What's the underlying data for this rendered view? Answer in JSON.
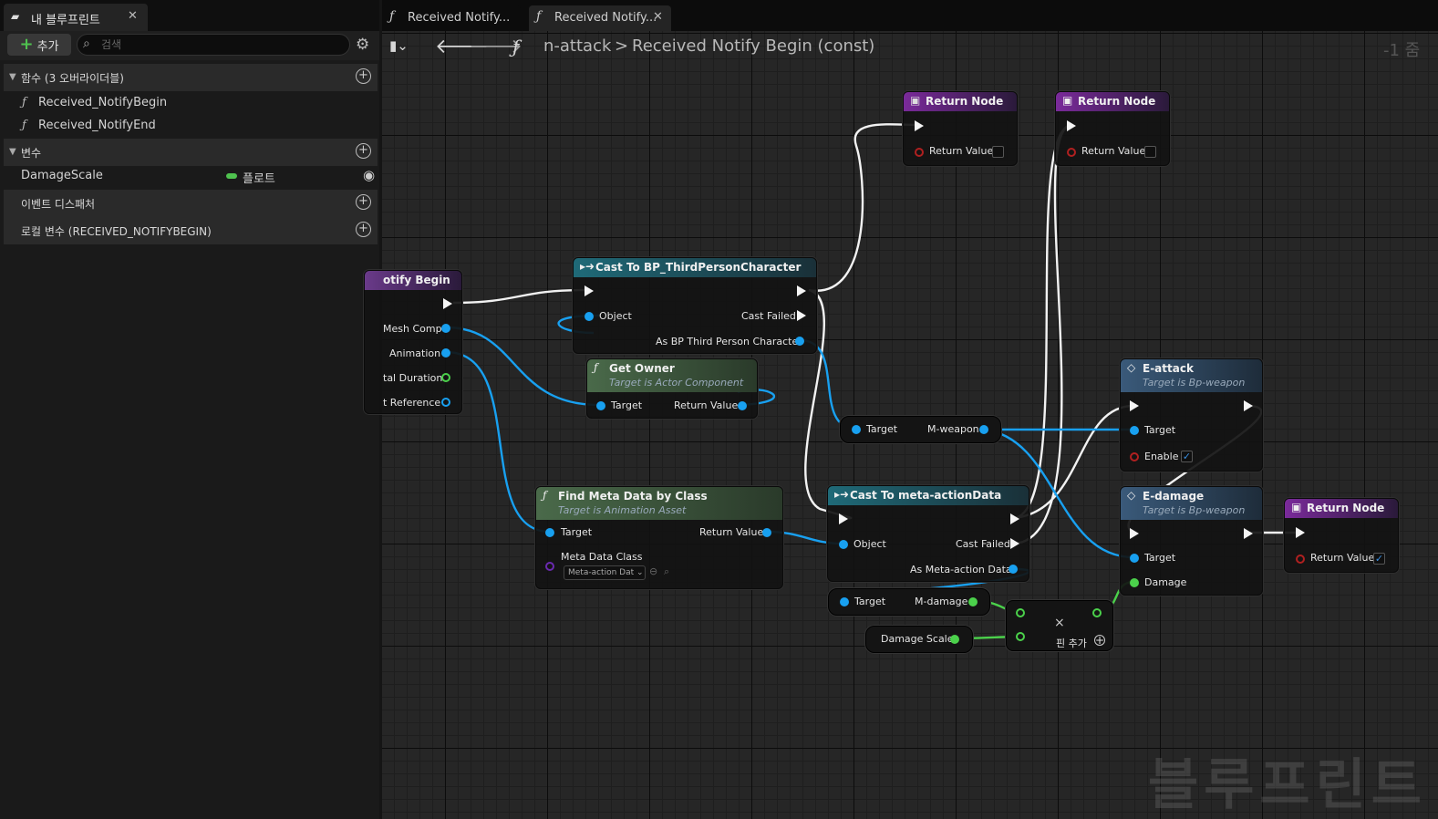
{
  "left_panel": {
    "tab_label": "내 블루프린트",
    "add_button": "추가",
    "search_placeholder": "검색",
    "sections": {
      "functions": "함수 (3 오버라이더블)",
      "variables": "변수",
      "dispatchers": "이벤트 디스패처",
      "locals": "로컬 변수 (RECEIVED_NOTIFYBEGIN)"
    },
    "functions": [
      "Received_NotifyBegin",
      "Received_NotifyEnd"
    ],
    "variables": [
      {
        "name": "DamageScale",
        "type": "플로트",
        "type_color": "#4fc24f"
      }
    ]
  },
  "editor": {
    "tabs": [
      "Received Notify...",
      "Received Notify..."
    ],
    "breadcrumb": {
      "root": "n-attack",
      "separator": ">",
      "current": "Received Notify Begin (const)"
    },
    "zoom": "-1 줌",
    "watermark": "블루프린트"
  },
  "nodes": {
    "entry": {
      "title": "otify Begin",
      "pins": [
        "Mesh Comp",
        "Animation",
        "tal Duration",
        "t Reference"
      ]
    },
    "return1": {
      "title": "Return Node",
      "pin": "Return Value",
      "checked": false
    },
    "return2": {
      "title": "Return Node",
      "pin": "Return Value",
      "checked": false
    },
    "return3": {
      "title": "Return Node",
      "pin": "Return Value",
      "checked": true
    },
    "cast_char": {
      "title": "Cast To BP_ThirdPersonCharacter",
      "in": "Object",
      "failed": "Cast Failed",
      "out": "As BP Third Person Character"
    },
    "get_owner": {
      "title": "Get Owner",
      "subtitle": "Target is Actor Component",
      "in": "Target",
      "out": "Return Value"
    },
    "weapon": {
      "in": "Target",
      "out": "M-weapon"
    },
    "find_meta": {
      "title": "Find Meta Data by Class",
      "subtitle": "Target is Animation Asset",
      "in": "Target",
      "out": "Return Value",
      "class_label": "Meta Data Class",
      "class_value": "Meta-action Dat"
    },
    "cast_meta": {
      "title": "Cast To meta-actionData",
      "in": "Object",
      "failed": "Cast Failed",
      "out": "As Meta-action Data"
    },
    "e_attack": {
      "title": "E-attack",
      "subtitle": "Target is Bp-weapon",
      "target": "Target",
      "enable": "Enable",
      "enabled": true
    },
    "e_damage": {
      "title": "E-damage",
      "subtitle": "Target is Bp-weapon",
      "target": "Target",
      "damage": "Damage"
    },
    "m_damage": {
      "in": "Target",
      "out": "M-damage"
    },
    "damage_scale": {
      "label": "Damage Scale"
    },
    "multiply": {
      "symbol": "×",
      "add_pin": "핀 추가"
    }
  },
  "colors": {
    "exec": "#f5f5f5",
    "object": "#18a0f0",
    "float": "#4bd14b",
    "function_header": "#4a2a6a",
    "cast_header": "#1f5a66",
    "pure_header": "#3a5a3a",
    "event_header": "#2f4a66"
  }
}
